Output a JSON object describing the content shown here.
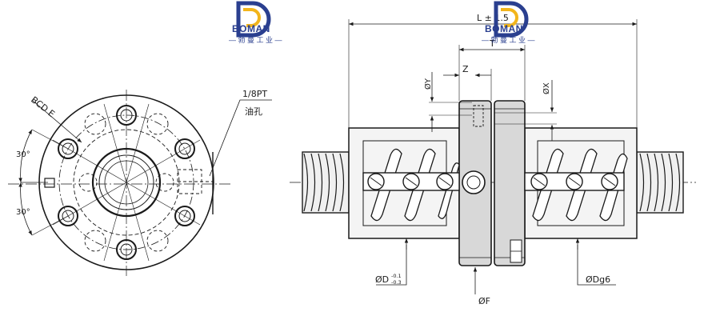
{
  "logos": [
    {
      "brand": "BOMAN",
      "subtitle": "— 勃 曼 工 业 —",
      "color": "#2a3f8f",
      "accent": "#f2b51c"
    },
    {
      "brand": "BOMAN",
      "subtitle": "— 勃 曼 工 业 —",
      "color": "#2a3f8f",
      "accent": "#f2b51c"
    }
  ],
  "front_view": {
    "bcd_label": "BCD E",
    "oil_hole_label": "1/8PT",
    "oil_hole_cn": "油孔",
    "angle_top": "30°",
    "angle_bottom": "30°"
  },
  "side_view": {
    "length_label": "L ± 1.5",
    "t_label": "T",
    "z_label": "Z",
    "y_label": "ØY",
    "x_label": "ØX",
    "d_label": "ØD",
    "d_tol_upper": "-0.1",
    "d_tol_lower": "-0.3",
    "f_label": "ØF",
    "dg_label": "ØDg6"
  },
  "colors": {
    "line": "#1a1a1a",
    "body_fill": "#f4f4f4",
    "flange_fill": "#d8d8d8",
    "hatch": "#333333"
  }
}
